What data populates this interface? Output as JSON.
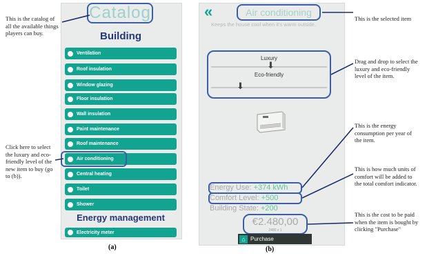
{
  "annotations": {
    "catalog": "This is the catalog of all the available things players can buy.",
    "click": "Click here to select the luxury and eco-friendly level of the new item to buy (go to (b)).",
    "selected": "This is the selected item",
    "drag": "Drag and drop to select the luxury and eco-friendly level of the item.",
    "energy": "This is the energy consumption per year of the item.",
    "comfort": "This is how much units of comfort will be added to the total comfort indicator.",
    "cost": "This is the cost to be paid when the item is bought by clicking \"Purchase\""
  },
  "catalog": {
    "title": "Catalog",
    "sections": [
      {
        "title": "Building",
        "items": [
          "Ventilation",
          "Roof insulation",
          "Window glazing",
          "Floor insulation",
          "Wall insulation",
          "Paint maintenance",
          "Roof maintenance",
          "Air conditioning",
          "Central heating",
          "Toilet",
          "Shower"
        ]
      },
      {
        "title": "Energy management",
        "items": [
          "Electricity meter"
        ]
      }
    ],
    "caption": "(a)"
  },
  "detail": {
    "back_icon": "double-chevron-left",
    "title": "Air conditioning",
    "description": "Keeps the house cool when it's warm outside.",
    "sliders": {
      "luxury_label": "Luxury",
      "eco_label": "Eco-friendly",
      "luxury_level": 0.5,
      "eco_level": 0.25
    },
    "stats": {
      "energy_label": "Energy Use: ",
      "energy_value": "+374 kWh",
      "comfort_label": "Comfort Level: ",
      "comfort_value": "+500",
      "building_label": "Building State: ",
      "building_value": "+200"
    },
    "price": "€2.480,00",
    "price_sub": "2480 x 1",
    "purchase_label": "Purchase",
    "caption": "(b)"
  },
  "colors": {
    "teal": "#12a491",
    "highlight": "#3a5fa8",
    "positive": "#5fc79d"
  }
}
